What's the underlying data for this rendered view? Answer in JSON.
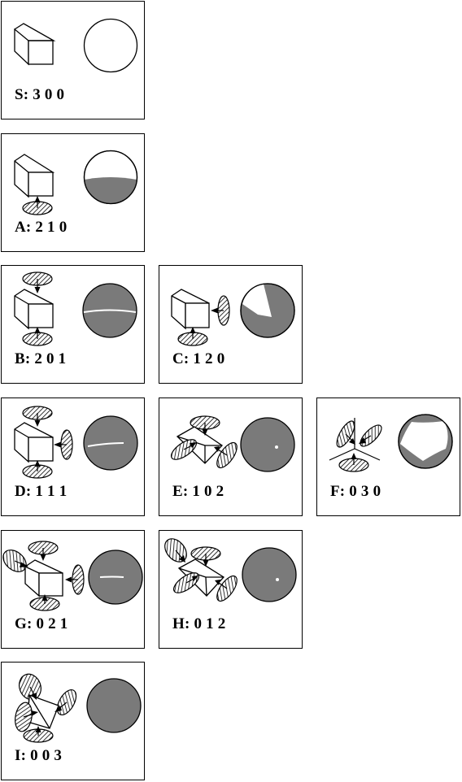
{
  "colors": {
    "shade": "#7a7a7a",
    "line": "#000000",
    "background": "#ffffff"
  },
  "panels": [
    {
      "id": "S",
      "label": "S: 3 0 0",
      "icons": [
        "cube-icon",
        "sphere-icon"
      ]
    },
    {
      "id": "A",
      "label": "A: 2 1 0",
      "icons": [
        "cube-icon",
        "hatched-ellipse-icon",
        "sphere-icon"
      ]
    },
    {
      "id": "B",
      "label": "B: 2 0 1",
      "icons": [
        "cube-icon",
        "hatched-ellipse-icon",
        "sphere-icon"
      ]
    },
    {
      "id": "C",
      "label": "C: 1 2 0",
      "icons": [
        "cube-icon",
        "hatched-ellipse-icon",
        "sphere-icon"
      ]
    },
    {
      "id": "D",
      "label": "D: 1 1 1",
      "icons": [
        "cube-icon",
        "hatched-ellipse-icon",
        "sphere-icon"
      ]
    },
    {
      "id": "E",
      "label": "E: 1 0 2",
      "icons": [
        "wedge-icon",
        "hatched-ellipse-icon",
        "sphere-icon"
      ]
    },
    {
      "id": "F",
      "label": "F: 0 3 0",
      "icons": [
        "hatched-ellipse-icon",
        "sphere-icon"
      ]
    },
    {
      "id": "G",
      "label": "G: 0 2 1",
      "icons": [
        "cube-icon",
        "hatched-ellipse-icon",
        "sphere-icon"
      ]
    },
    {
      "id": "H",
      "label": "H: 0 1 2",
      "icons": [
        "wedge-icon",
        "hatched-ellipse-icon",
        "sphere-icon"
      ]
    },
    {
      "id": "I",
      "label": "I: 0 0 3",
      "icons": [
        "tetrahedron-icon",
        "hatched-ellipse-icon",
        "sphere-icon"
      ]
    }
  ]
}
